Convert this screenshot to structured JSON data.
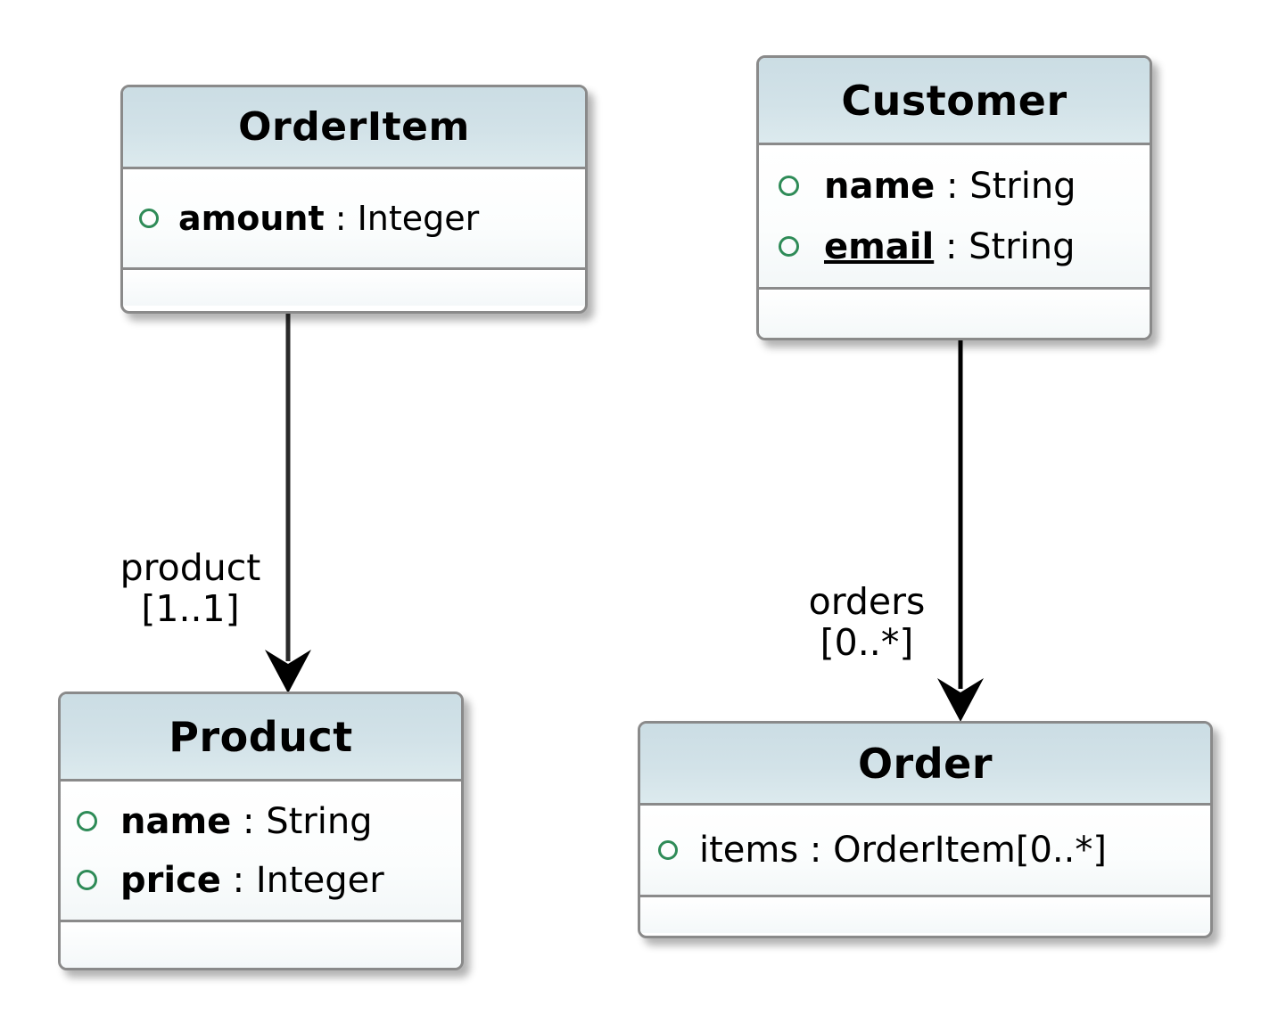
{
  "diagram": {
    "type": "uml-class-diagram",
    "background_color": "#ffffff",
    "header_color": "#cfe0e6",
    "border_color": "#8a8a8a",
    "visibility_marker_color": "#2e8b57",
    "line_color": "#1a1a1a"
  },
  "classes": [
    {
      "id": "orderitem",
      "name": "OrderItem",
      "attributes": [
        {
          "visibility": "public",
          "name": "amount",
          "separator": " : ",
          "type": "Integer",
          "bold": true,
          "underlined": false
        }
      ],
      "operations": []
    },
    {
      "id": "customer",
      "name": "Customer",
      "attributes": [
        {
          "visibility": "public",
          "name": "name",
          "separator": " : ",
          "type": "String",
          "bold": true,
          "underlined": false
        },
        {
          "visibility": "public",
          "name": "email",
          "separator": " : ",
          "type": "String",
          "bold": true,
          "underlined": true
        }
      ],
      "operations": []
    },
    {
      "id": "product",
      "name": "Product",
      "attributes": [
        {
          "visibility": "public",
          "name": "name",
          "separator": " : ",
          "type": "String",
          "bold": true,
          "underlined": false
        },
        {
          "visibility": "public",
          "name": "price",
          "separator": " : ",
          "type": "Integer",
          "bold": true,
          "underlined": false
        }
      ],
      "operations": []
    },
    {
      "id": "order",
      "name": "Order",
      "attributes": [
        {
          "visibility": "public",
          "name": "items",
          "separator": " : ",
          "type": "OrderItem[0..*]",
          "bold": false,
          "underlined": false
        }
      ],
      "operations": []
    }
  ],
  "associations": [
    {
      "id": "orderitem-product",
      "from": "OrderItem",
      "to": "Product",
      "role": "product",
      "multiplicity": "[1..1]",
      "arrow": "open-arrow"
    },
    {
      "id": "customer-order",
      "from": "Customer",
      "to": "Order",
      "role": "orders",
      "multiplicity": "[0..*]",
      "arrow": "open-arrow"
    }
  ]
}
